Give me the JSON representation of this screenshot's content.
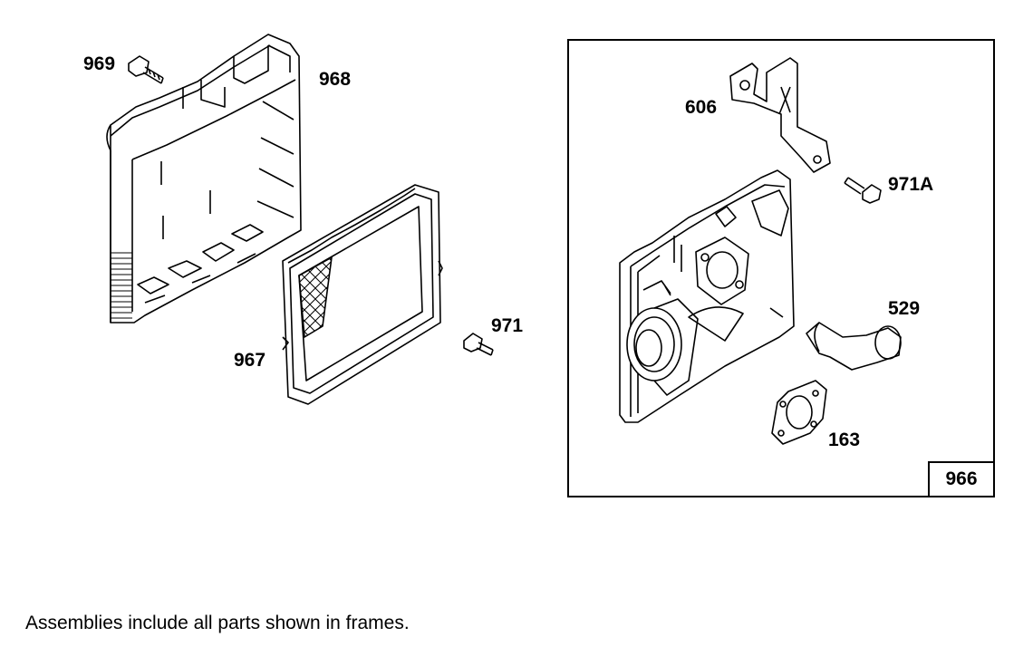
{
  "parts": {
    "p969": "969",
    "p968": "968",
    "p967": "967",
    "p971": "971",
    "p606": "606",
    "p971A": "971A",
    "p529": "529",
    "p163": "163"
  },
  "frame": {
    "label": "966"
  },
  "note": "Assemblies include all parts shown in frames."
}
